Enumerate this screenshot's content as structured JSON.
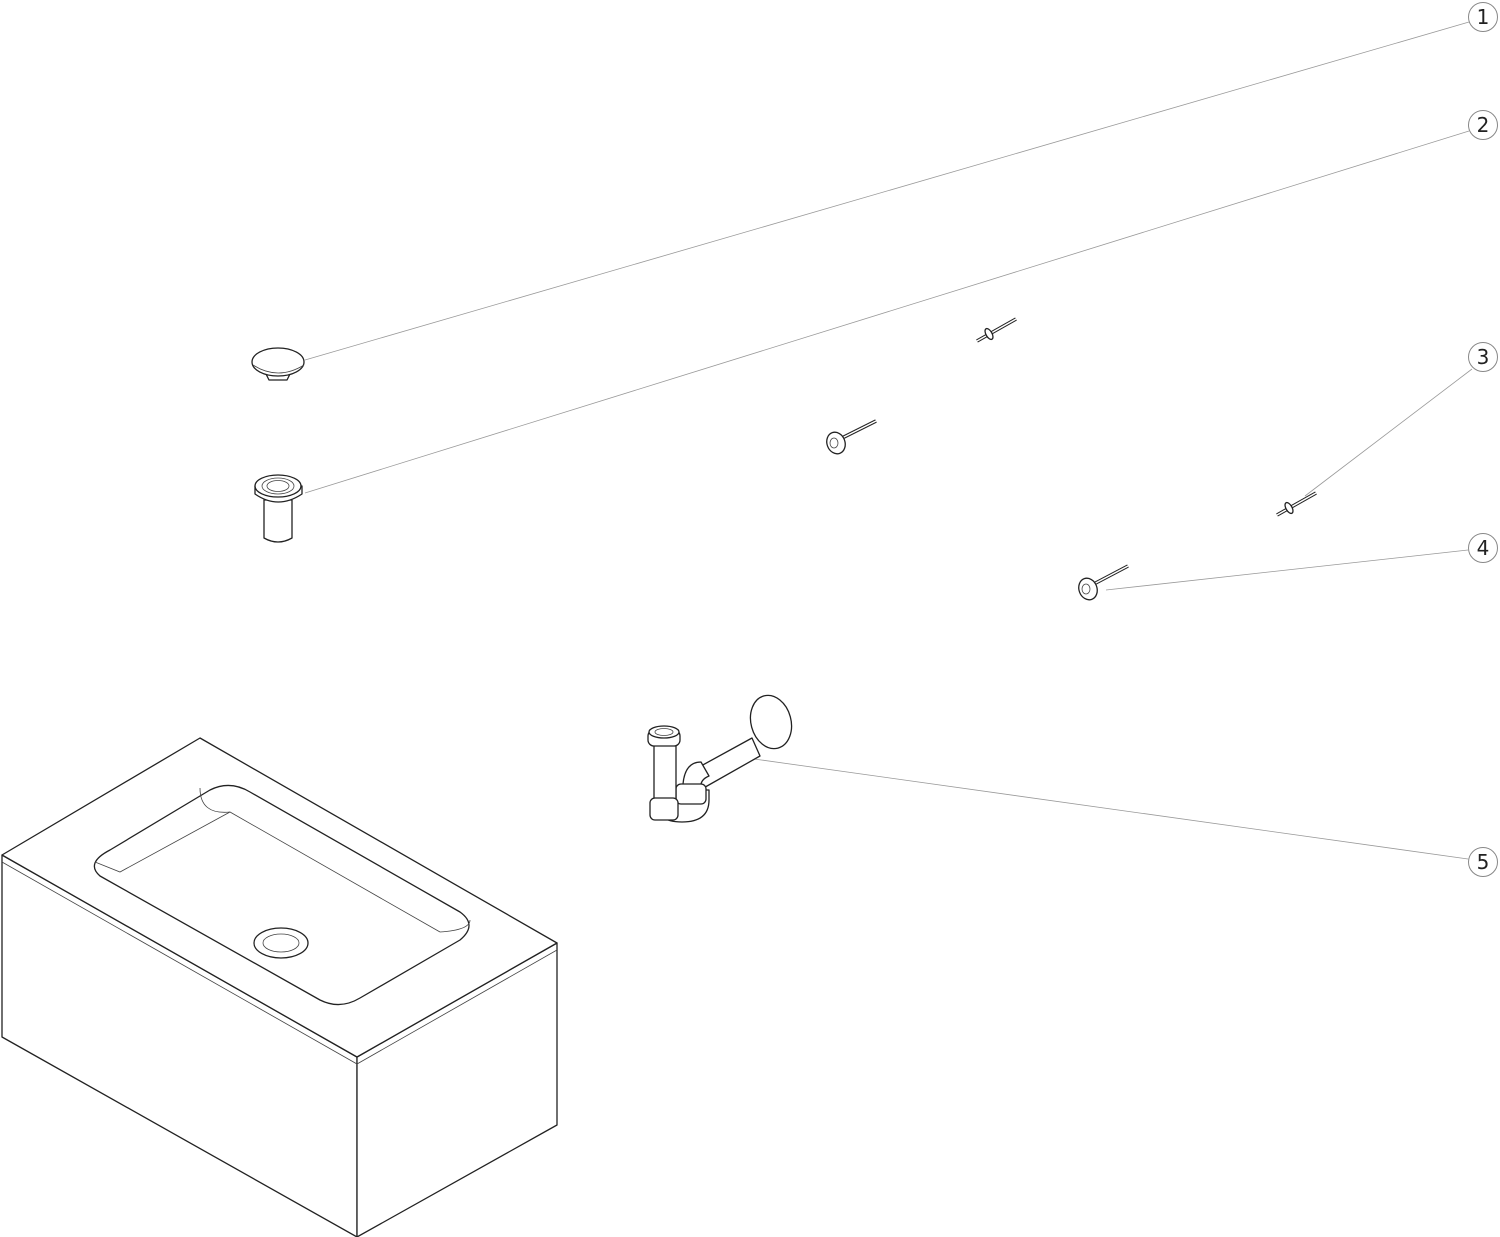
{
  "diagram": {
    "type": "exploded-parts-view",
    "callouts": [
      {
        "id": "callout-1",
        "label": "1",
        "part": "drain-cap"
      },
      {
        "id": "callout-2",
        "label": "2",
        "part": "drain-waste-valve"
      },
      {
        "id": "callout-3",
        "label": "3",
        "part": "small-screw"
      },
      {
        "id": "callout-4",
        "label": "4",
        "part": "screw-with-washer"
      },
      {
        "id": "callout-5",
        "label": "5",
        "part": "bottle-trap"
      }
    ],
    "colors": {
      "line": "#222222",
      "leader": "#999999",
      "background": "#ffffff"
    }
  }
}
